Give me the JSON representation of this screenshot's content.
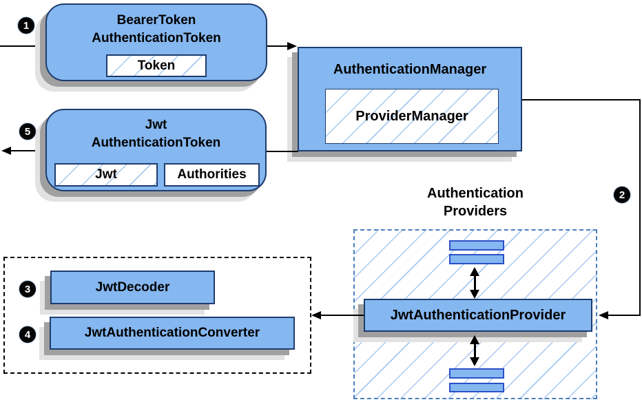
{
  "colors": {
    "node_fill": "#85b7f0",
    "node_border": "#1d3c6d",
    "bar_border": "#2b50c8",
    "hatch_line": "#a6c8f0",
    "shadow_dark": "#a0a0a0",
    "shadow_light": "#e2e2e2",
    "dashed_blue": "#4a7ebf",
    "line_color": "#000000"
  },
  "steps": {
    "s1": "1",
    "s2": "2",
    "s3": "3",
    "s4": "4",
    "s5": "5"
  },
  "nodes": {
    "bearer_token": {
      "line1": "BearerToken",
      "line2": "AuthenticationToken",
      "field": "Token"
    },
    "authentication_manager": {
      "title": "AuthenticationManager",
      "field": "ProviderManager"
    },
    "jwt_token": {
      "line1": "Jwt",
      "line2": "AuthenticationToken",
      "field1": "Jwt",
      "field2": "Authorities"
    },
    "providers": {
      "title1": "Authentication",
      "title2": "Providers",
      "provider": "JwtAuthenticationProvider"
    },
    "tools": {
      "decoder": "JwtDecoder",
      "converter": "JwtAuthenticationConverter"
    }
  }
}
